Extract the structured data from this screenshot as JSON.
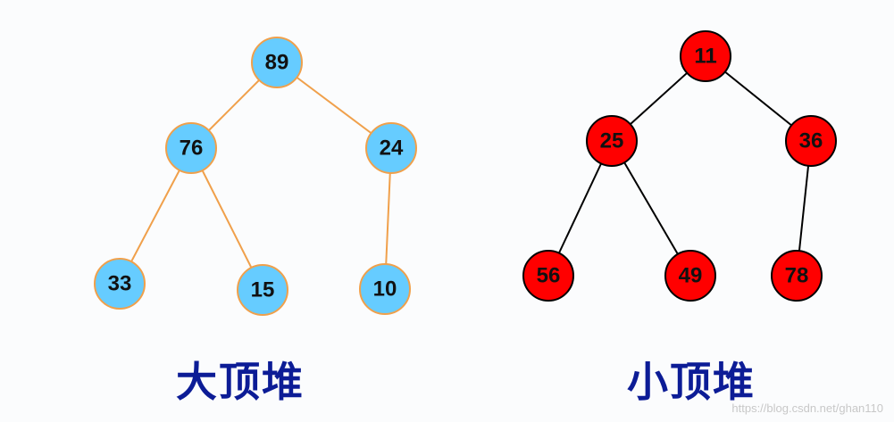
{
  "max_heap": {
    "caption": "大顶堆",
    "fill": "#66ccff",
    "stroke": "#f0a04b",
    "edge_color": "#f0a04b",
    "nodes": [
      {
        "id": "m89",
        "label": "89"
      },
      {
        "id": "m76",
        "label": "76"
      },
      {
        "id": "m24",
        "label": "24"
      },
      {
        "id": "m33",
        "label": "33"
      },
      {
        "id": "m15",
        "label": "15"
      },
      {
        "id": "m10",
        "label": "10"
      }
    ],
    "edges": [
      [
        "m89",
        "m76"
      ],
      [
        "m89",
        "m24"
      ],
      [
        "m76",
        "m33"
      ],
      [
        "m76",
        "m15"
      ],
      [
        "m24",
        "m10"
      ]
    ]
  },
  "min_heap": {
    "caption": "小顶堆",
    "fill": "#ff0000",
    "stroke": "#000000",
    "edge_color": "#000000",
    "nodes": [
      {
        "id": "n11",
        "label": "11"
      },
      {
        "id": "n25",
        "label": "25"
      },
      {
        "id": "n36",
        "label": "36"
      },
      {
        "id": "n56",
        "label": "56"
      },
      {
        "id": "n49",
        "label": "49"
      },
      {
        "id": "n78",
        "label": "78"
      }
    ],
    "edges": [
      [
        "n11",
        "n25"
      ],
      [
        "n11",
        "n36"
      ],
      [
        "n25",
        "n56"
      ],
      [
        "n25",
        "n49"
      ],
      [
        "n36",
        "n78"
      ]
    ]
  },
  "watermark": "https://blog.csdn.net/ghan110"
}
